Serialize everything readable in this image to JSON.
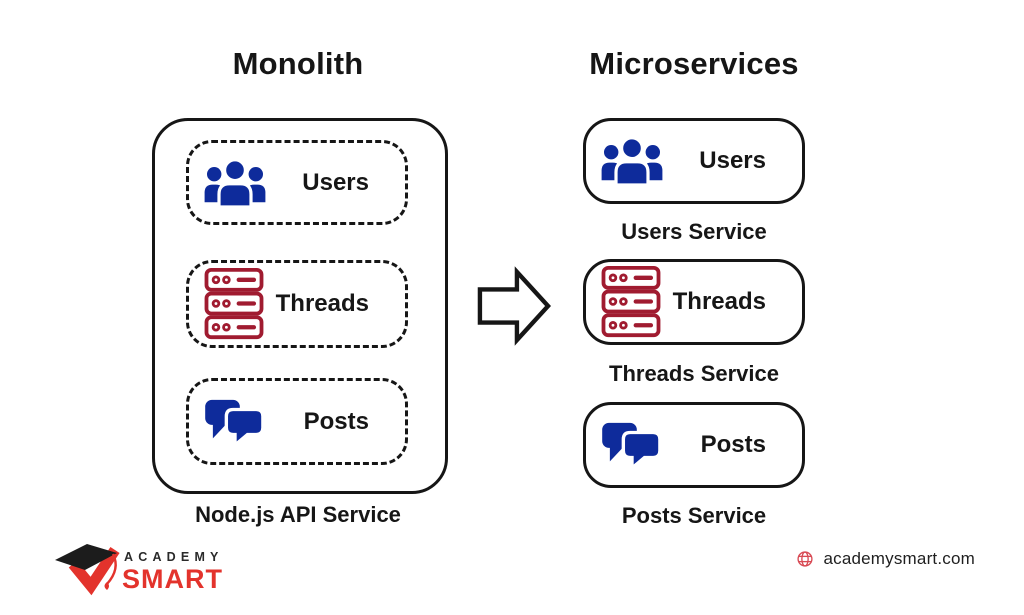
{
  "colors": {
    "ink": "#161616",
    "blue": "#0e2b9b",
    "red": "#a01b30",
    "logo_red": "#e3332c",
    "globe_red": "#d84a54"
  },
  "left": {
    "title": "Monolith",
    "caption": "Node.js API Service",
    "modules": [
      {
        "label": "Users",
        "icon": "users-icon"
      },
      {
        "label": "Threads",
        "icon": "server-icon"
      },
      {
        "label": "Posts",
        "icon": "chat-icon"
      }
    ]
  },
  "arrow": {
    "icon": "right-arrow-icon"
  },
  "right": {
    "title": "Microservices",
    "services": [
      {
        "label": "Users",
        "caption": "Users Service",
        "icon": "users-icon"
      },
      {
        "label": "Threads",
        "caption": "Threads Service",
        "icon": "server-icon"
      },
      {
        "label": "Posts",
        "caption": "Posts Service",
        "icon": "chat-icon"
      }
    ]
  },
  "footer": {
    "logo": {
      "line1": "ACADEMY",
      "line2": "SMART"
    },
    "website": "academysmart.com"
  }
}
